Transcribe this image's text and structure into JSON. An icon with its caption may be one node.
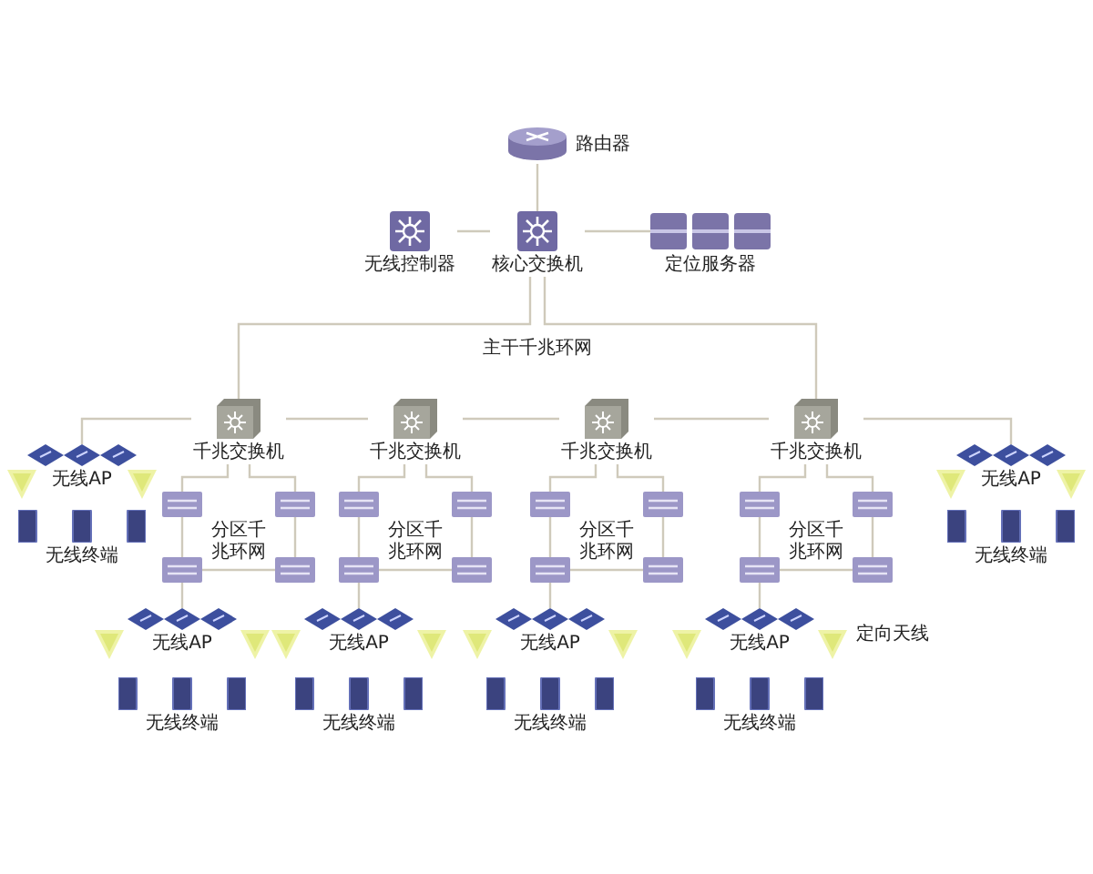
{
  "diagram": {
    "nodes": [
      {
        "text": [
          "路由器"
        ]
      },
      {
        "text": [
          "无线控制器"
        ]
      },
      {
        "text": [
          "核心交换机"
        ]
      },
      {
        "text": [
          "定位服务器"
        ]
      },
      {
        "text": [
          "千兆交换机"
        ]
      },
      {
        "text": [
          "千兆交换机"
        ]
      },
      {
        "text": [
          "千兆交换机"
        ]
      },
      {
        "text": [
          "千兆交换机"
        ]
      },
      {
        "text": [
          "无线AP"
        ]
      },
      {
        "text": [
          "无线AP"
        ]
      },
      {
        "text": [
          "无线终端"
        ]
      },
      {
        "text": [
          "无线终端"
        ]
      },
      {
        "text": [],
        "shape": "box"
      },
      {
        "text": [],
        "shape": "box"
      },
      {
        "text": [],
        "shape": "box"
      },
      {
        "text": [],
        "shape": "box"
      },
      {
        "text": [],
        "shape": "box"
      },
      {
        "text": [],
        "shape": "box"
      },
      {
        "text": [],
        "shape": "box"
      },
      {
        "text": [],
        "shape": "box"
      },
      {
        "text": [],
        "shape": "box"
      },
      {
        "text": [],
        "shape": "box"
      },
      {
        "text": [],
        "shape": "box"
      },
      {
        "text": [],
        "shape": "box"
      },
      {
        "text": [],
        "shape": "box"
      },
      {
        "text": [],
        "shape": "box"
      },
      {
        "text": [],
        "shape": "box"
      },
      {
        "text": [],
        "shape": "box"
      },
      {
        "text": [
          "无线AP"
        ]
      },
      {
        "text": [
          "无线AP"
        ]
      },
      {
        "text": [
          "无线AP"
        ]
      },
      {
        "text": [
          "无线AP"
        ]
      },
      {
        "text": [
          "无线终端"
        ]
      },
      {
        "text": [
          "无线终端"
        ]
      },
      {
        "text": [
          "无线终端"
        ]
      },
      {
        "text": [
          "无线终端"
        ]
      }
    ],
    "edges": [
      {
        "from": 0,
        "to": 2,
        "arrow": "none"
      },
      {
        "from": 2,
        "to": 1,
        "arrow": "none"
      },
      {
        "from": 2,
        "to": 3,
        "arrow": "none"
      },
      {
        "from": 2,
        "to": 4,
        "arrow": "none"
      },
      {
        "from": 2,
        "to": 7,
        "arrow": "none"
      },
      {
        "from": 4,
        "to": 5,
        "arrow": "none"
      },
      {
        "from": 5,
        "to": 6,
        "arrow": "none"
      },
      {
        "from": 6,
        "to": 7,
        "arrow": "none"
      },
      {
        "from": 4,
        "to": 8,
        "arrow": "none"
      },
      {
        "from": 7,
        "to": 9,
        "arrow": "none"
      },
      {
        "from": 4,
        "to": 12,
        "arrow": "none"
      },
      {
        "from": 4,
        "to": 13,
        "arrow": "none"
      },
      {
        "from": 12,
        "to": 14,
        "arrow": "none"
      },
      {
        "from": 13,
        "to": 15,
        "arrow": "none"
      },
      {
        "from": 14,
        "to": 15,
        "arrow": "none"
      },
      {
        "from": 14,
        "to": 28,
        "arrow": "none"
      },
      {
        "from": 5,
        "to": 16,
        "arrow": "none"
      },
      {
        "from": 5,
        "to": 17,
        "arrow": "none"
      },
      {
        "from": 16,
        "to": 18,
        "arrow": "none"
      },
      {
        "from": 17,
        "to": 19,
        "arrow": "none"
      },
      {
        "from": 18,
        "to": 19,
        "arrow": "none"
      },
      {
        "from": 18,
        "to": 29,
        "arrow": "none"
      },
      {
        "from": 6,
        "to": 20,
        "arrow": "none"
      },
      {
        "from": 6,
        "to": 21,
        "arrow": "none"
      },
      {
        "from": 20,
        "to": 22,
        "arrow": "none"
      },
      {
        "from": 21,
        "to": 23,
        "arrow": "none"
      },
      {
        "from": 22,
        "to": 23,
        "arrow": "none"
      },
      {
        "from": 22,
        "to": 30,
        "arrow": "none"
      },
      {
        "from": 7,
        "to": 24,
        "arrow": "none"
      },
      {
        "from": 7,
        "to": 25,
        "arrow": "none"
      },
      {
        "from": 24,
        "to": 26,
        "arrow": "none"
      },
      {
        "from": 25,
        "to": 27,
        "arrow": "none"
      },
      {
        "from": 26,
        "to": 27,
        "arrow": "none"
      },
      {
        "from": 26,
        "to": 31,
        "arrow": "none"
      }
    ],
    "labels": [
      "主干千兆环网",
      "分区千兆环网",
      "分区千兆环网",
      "分区千兆环网",
      "分区千兆环网",
      "定向天线"
    ]
  }
}
